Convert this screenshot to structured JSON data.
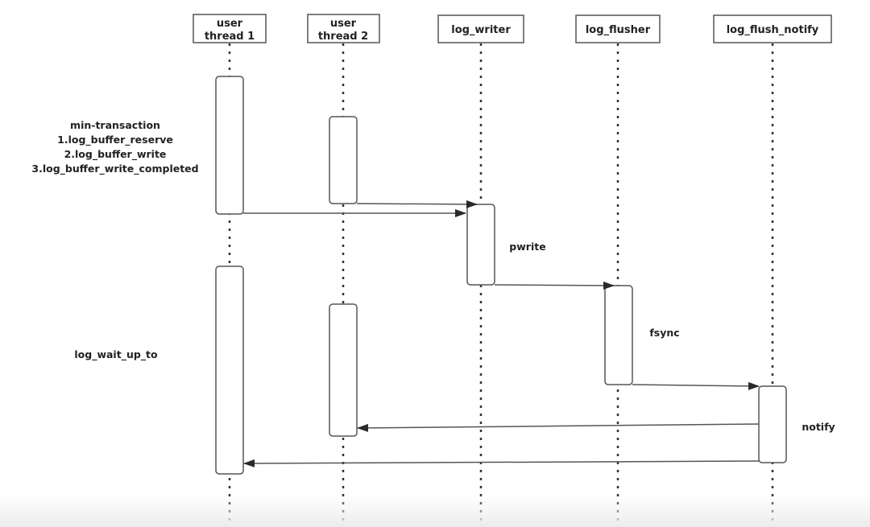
{
  "participants": [
    {
      "id": "user_thread_1",
      "label_lines": [
        "user",
        "thread 1"
      ]
    },
    {
      "id": "user_thread_2",
      "label_lines": [
        "user",
        "thread 2"
      ]
    },
    {
      "id": "log_writer",
      "label_lines": [
        "log_writer"
      ]
    },
    {
      "id": "log_flusher",
      "label_lines": [
        "log_flusher"
      ]
    },
    {
      "id": "log_flush_notify",
      "label_lines": [
        "log_flush_notify"
      ]
    }
  ],
  "activations": [
    {
      "participant": "user_thread_1",
      "phase": "min-transaction"
    },
    {
      "participant": "user_thread_2",
      "phase": "min-transaction"
    },
    {
      "participant": "log_writer",
      "phase": "pwrite"
    },
    {
      "participant": "user_thread_1",
      "phase": "log_wait_up_to"
    },
    {
      "participant": "user_thread_2",
      "phase": "log_wait_up_to"
    },
    {
      "participant": "log_flusher",
      "phase": "fsync"
    },
    {
      "participant": "log_flush_notify",
      "phase": "notify"
    }
  ],
  "messages": [
    {
      "from": "user_thread_2",
      "to": "log_writer"
    },
    {
      "from": "user_thread_1",
      "to": "log_writer"
    },
    {
      "from": "log_writer",
      "to": "log_flusher"
    },
    {
      "from": "log_flusher",
      "to": "log_flush_notify"
    },
    {
      "from": "log_flush_notify",
      "to": "user_thread_2"
    },
    {
      "from": "log_flush_notify",
      "to": "user_thread_1"
    }
  ],
  "notes": {
    "min_transaction": [
      "min-transaction",
      "1.log_buffer_reserve",
      "2.log_buffer_write",
      "3.log_buffer_write_completed"
    ],
    "log_wait_up_to": "log_wait_up_to",
    "pwrite": "pwrite",
    "fsync": "fsync",
    "notify": "notify"
  },
  "colors": {
    "line": "#555555",
    "arrowhead": "#2a2a2a",
    "text": "#222222"
  }
}
